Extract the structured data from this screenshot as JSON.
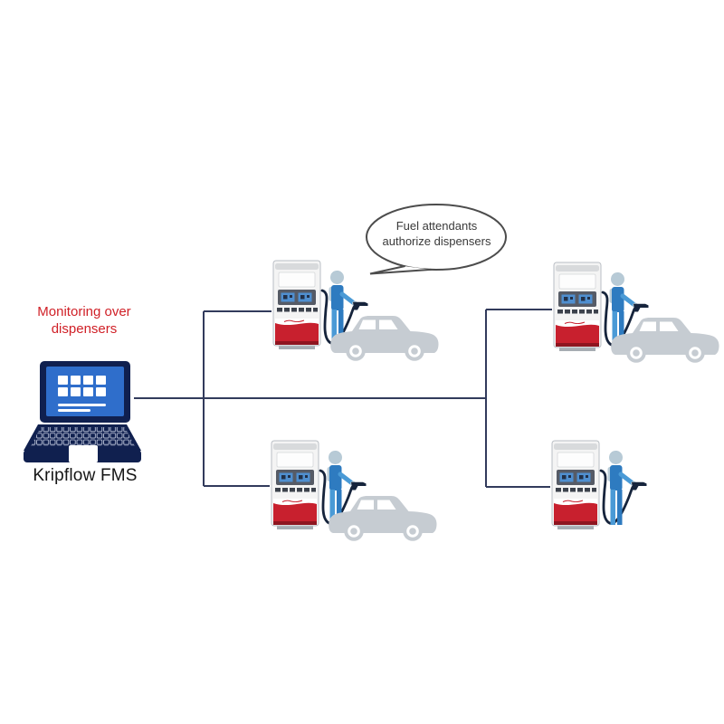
{
  "labels": {
    "monitoring": "Monitoring over dispensers",
    "laptop": "Kripflow FMS",
    "speech_bubble": "Fuel attendants authorize dispensers"
  },
  "colors": {
    "connection-line": "#323b5c",
    "laptop-navy": "#10204f",
    "screen-blue": "#2f6ecb",
    "monitoring-red": "#d02027",
    "dispenser-red": "#c8202e",
    "dispenser-red-dark": "#8e1520",
    "dispenser-body": "#f4f4f4",
    "display-blue": "#4f8fd0",
    "car-gray": "#c6ccd2",
    "attendant-blue": "#2e7bc0",
    "attendant-light-blue": "#4a9ad6",
    "attendant-skin": "#b7cad6",
    "hose-black": "#16243c",
    "bubble-border": "#4c4c4c"
  },
  "stations": [
    {
      "name": "top-left",
      "has_car": true
    },
    {
      "name": "top-right",
      "has_car": true
    },
    {
      "name": "bottom-left",
      "has_car": true
    },
    {
      "name": "bottom-right",
      "has_car": false
    }
  ]
}
